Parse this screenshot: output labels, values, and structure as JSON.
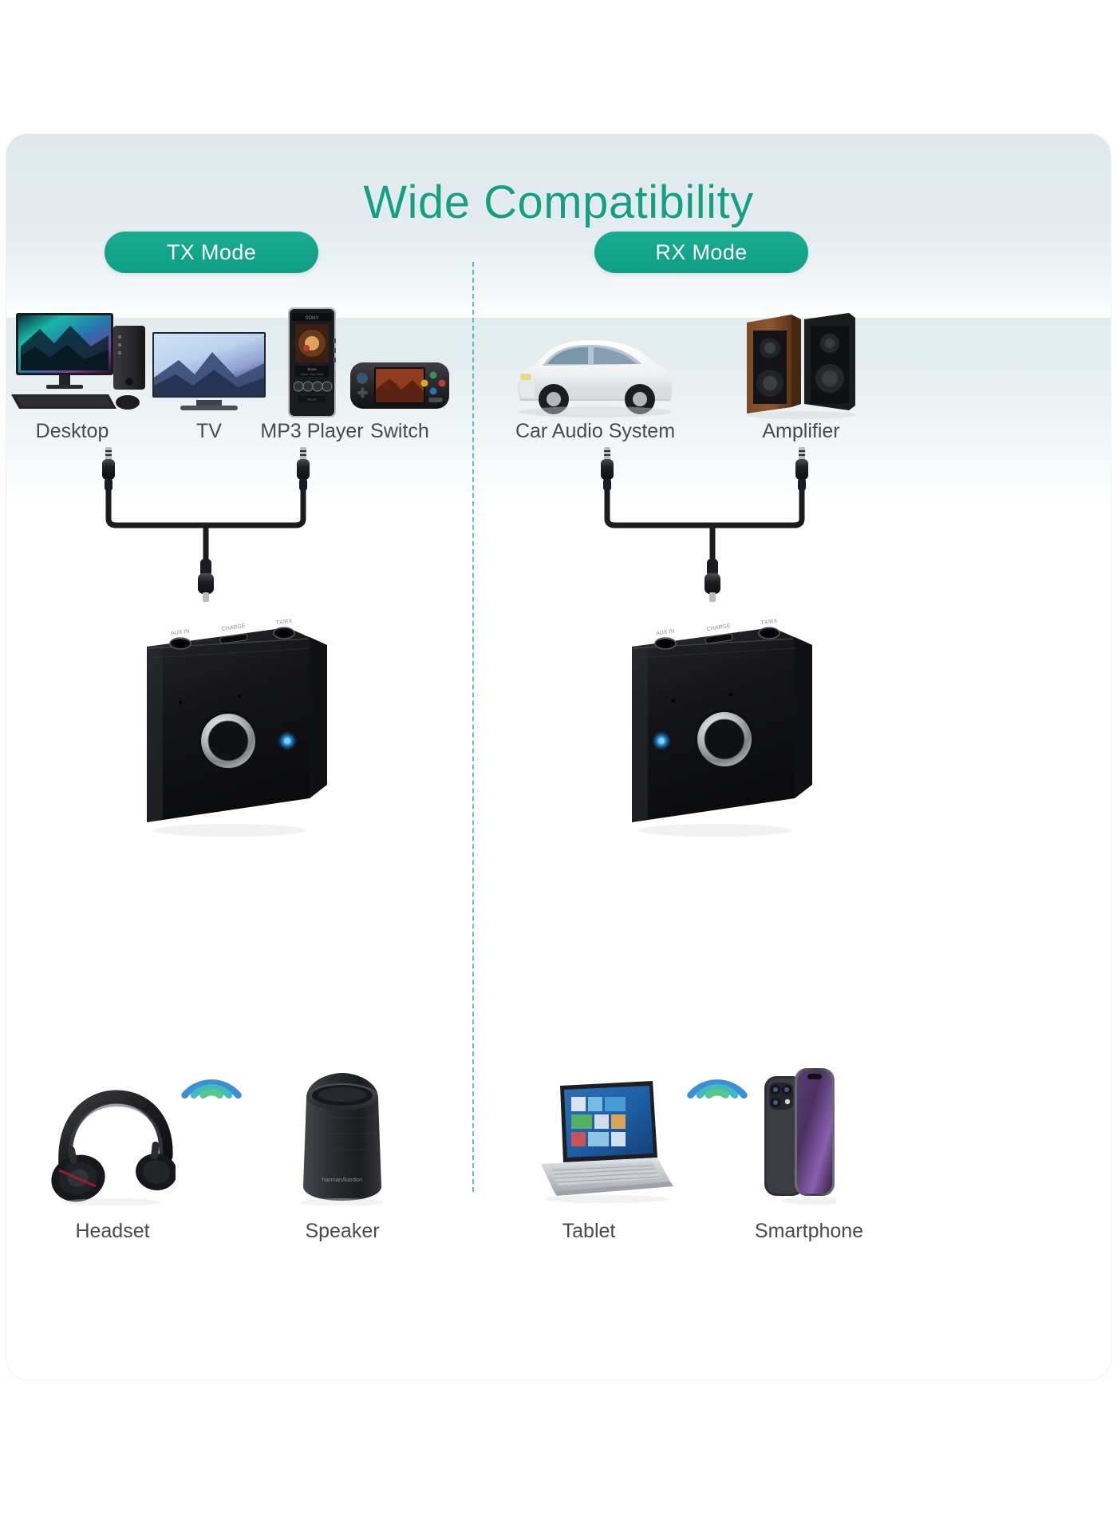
{
  "page": {
    "background": "#ffffff",
    "panel_background": "#e3ecef",
    "accent_color": "#14a085",
    "pill_color": "#0e9f84",
    "divider_color": "#3bb8b0",
    "label_color": "#4a4a4a"
  },
  "header": {
    "title": "Wide Compatibility"
  },
  "modes": [
    {
      "id": "tx",
      "label": "TX Mode"
    },
    {
      "id": "rx",
      "label": "RX Mode"
    }
  ],
  "tx": {
    "sources": [
      {
        "name": "desktop-computer",
        "label": "Desktop"
      },
      {
        "name": "television",
        "label": "TV"
      },
      {
        "name": "mp3-player",
        "label": "MP3 Player"
      },
      {
        "name": "game-console-switch",
        "label": "Switch"
      }
    ],
    "cable": {
      "name": "aux-splitter-cable",
      "type": "3.5mm"
    },
    "unit": {
      "name": "bluetooth-transmitter-unit",
      "led_color": "#2f9df4",
      "led_side": "right",
      "ports": [
        "AUX IN",
        "CHARGE",
        "TX/RX"
      ]
    },
    "wave": {
      "name": "bluetooth-signal-waves"
    },
    "outputs": [
      {
        "name": "headset",
        "label": "Headset"
      },
      {
        "name": "smart-speaker",
        "label": "Speaker"
      }
    ]
  },
  "rx": {
    "sources": [
      {
        "name": "car-audio-system",
        "label": "Car Audio System"
      },
      {
        "name": "amplifier-speakers",
        "label": "Amplifier"
      }
    ],
    "cable": {
      "name": "aux-splitter-cable",
      "type": "3.5mm"
    },
    "unit": {
      "name": "bluetooth-receiver-unit",
      "led_color": "#2f9df4",
      "led_side": "left",
      "ports": [
        "AUX IN",
        "CHARGE",
        "TX/RX"
      ]
    },
    "wave": {
      "name": "bluetooth-signal-waves"
    },
    "outputs": [
      {
        "name": "tablet-laptop",
        "label": "Tablet"
      },
      {
        "name": "smartphone",
        "label": "Smartphone"
      }
    ]
  }
}
